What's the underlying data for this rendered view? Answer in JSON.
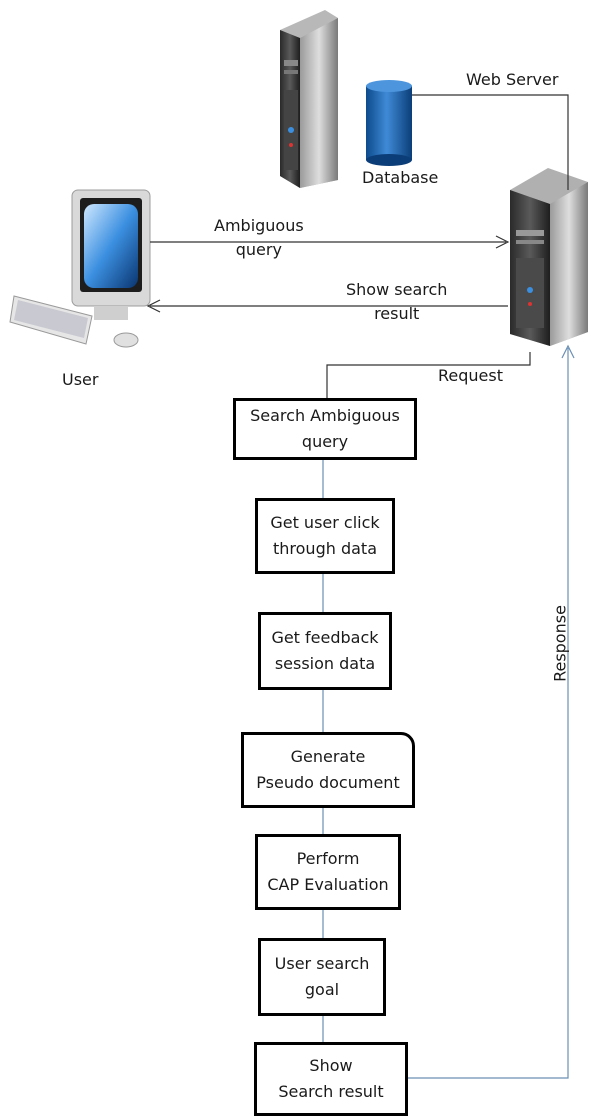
{
  "nodes": {
    "web_server": "Web Server",
    "database": "Database",
    "user": "User"
  },
  "edges": {
    "ambiguous_query": "Ambiguous\nquery",
    "show_search_result": "Show search\nresult",
    "request": "Request",
    "response": "Response"
  },
  "steps": [
    "Search Ambiguous\nquery",
    "Get user click\nthrough data",
    "Get feedback\nsession data",
    "Generate\nPseudo document",
    "Perform\nCAP Evaluation",
    "User search\ngoal",
    "Show\nSearch result"
  ],
  "colors": {
    "connector": "#6a8fb5",
    "box_border": "#000000",
    "db_blue": "#1f66b3"
  }
}
